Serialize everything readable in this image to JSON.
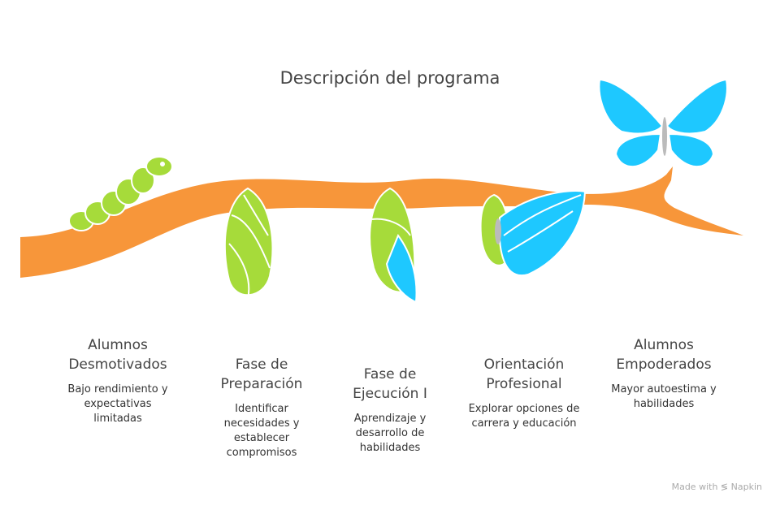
{
  "title": "Descripción del programa",
  "stages": [
    {
      "title": [
        "Alumnos",
        "Desmotivados"
      ],
      "description": [
        "Bajo rendimiento y",
        "expectativas",
        "limitadas"
      ]
    },
    {
      "title": [
        "Fase de",
        "Preparación"
      ],
      "description": [
        "Identificar",
        "necesidades y",
        "establecer",
        "compromisos"
      ]
    },
    {
      "title": [
        "Fase de",
        "Ejecución I"
      ],
      "description": [
        "Aprendizaje y",
        "desarrollo de",
        "habilidades"
      ]
    },
    {
      "title": [
        "Orientación",
        "Profesional"
      ],
      "description": [
        "Explorar opciones de",
        "carrera y educación"
      ]
    },
    {
      "title": [
        "Alumnos",
        "Empoderados"
      ],
      "description": [
        "Mayor autoestima y",
        "habilidades"
      ]
    }
  ],
  "watermark": {
    "prefix": "Made with",
    "brand": "Napkin",
    "icon": "napkin-logo-icon"
  },
  "colors": {
    "branch": "#F7963A",
    "green": "#A6DB3A",
    "blue": "#1EC8FF",
    "text": "#444444"
  }
}
